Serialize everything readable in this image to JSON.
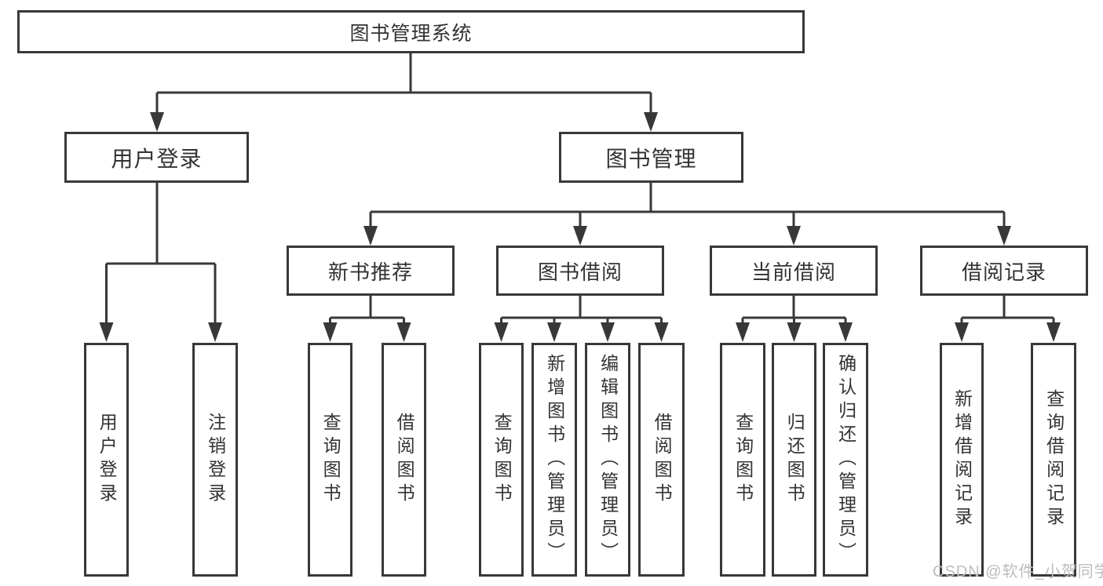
{
  "nodes": {
    "root": {
      "label": "图书管理系统"
    },
    "login": {
      "label": "用户登录",
      "children": [
        {
          "label": "用户登录"
        },
        {
          "label": "注销登录"
        }
      ]
    },
    "management": {
      "label": "图书管理",
      "sections": [
        {
          "label": "新书推荐",
          "children": [
            {
              "label": "查询图书"
            },
            {
              "label": "借阅图书"
            }
          ]
        },
        {
          "label": "图书借阅",
          "children": [
            {
              "label": "查询图书"
            },
            {
              "label": "新增图书（管理员）"
            },
            {
              "label": "编辑图书（管理员）"
            },
            {
              "label": "借阅图书"
            }
          ]
        },
        {
          "label": "当前借阅",
          "children": [
            {
              "label": "查询图书"
            },
            {
              "label": "归还图书"
            },
            {
              "label": "确认归还（管理员）"
            }
          ]
        },
        {
          "label": "借阅记录",
          "children": [
            {
              "label": "新增借阅记录"
            },
            {
              "label": "查询借阅记录"
            }
          ]
        }
      ]
    }
  },
  "watermark": {
    "text": "CSDN @软件_小贺同学",
    "color": "#bdbdbd"
  },
  "colors": {
    "line": "#383838",
    "text": "#333333",
    "background": "#ffffff"
  }
}
